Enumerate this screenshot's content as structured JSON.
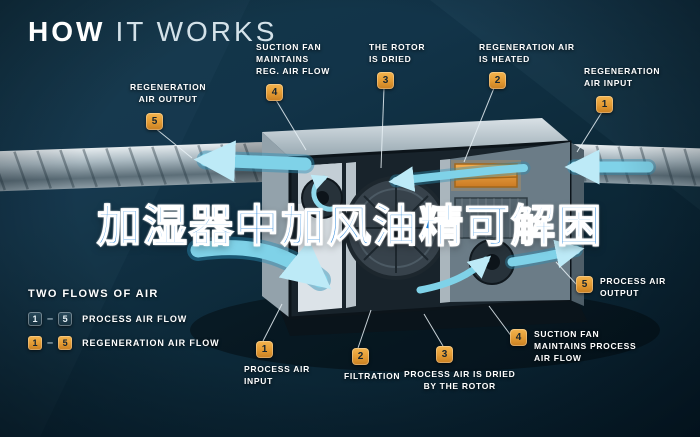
{
  "title": {
    "primary": "HOW",
    "secondary": "IT WORKS"
  },
  "watermark": {
    "text": "加湿器中加风油精可解困",
    "color": "#1f7fd6"
  },
  "callouts": [
    {
      "number": "5",
      "label": "REGENERATION\nAIR OUTPUT"
    },
    {
      "number": "4",
      "label": "SUCTION FAN\nMAINTAINS\nREG. AIR FLOW"
    },
    {
      "number": "3",
      "label": "THE ROTOR\nIS DRIED"
    },
    {
      "number": "2",
      "label": "REGENERATION AIR\nIS HEATED"
    },
    {
      "number": "1",
      "label": "REGENERATION\nAIR INPUT"
    },
    {
      "number": "5",
      "label": "PROCESS AIR\nOUTPUT"
    },
    {
      "number": "4",
      "label": "SUCTION FAN\nMAINTAINS PROCESS\nAIR FLOW"
    },
    {
      "number": "3",
      "label": "PROCESS AIR IS DRIED\nBY THE ROTOR"
    },
    {
      "number": "2",
      "label": "FILTRATION"
    },
    {
      "number": "1",
      "label": "PROCESS AIR\nINPUT"
    }
  ],
  "legend": {
    "title": "TWO FLOWS OF AIR",
    "rows": [
      {
        "from": "1",
        "to": "5",
        "separator": "–",
        "label": "PROCESS AIR FLOW"
      },
      {
        "from": "1",
        "to": "5",
        "separator": "–",
        "label": "REGENERATION AIR FLOW"
      }
    ]
  },
  "colors": {
    "background": "#0d2a3a",
    "badge": "#e29a33",
    "flow_arrow": "#7fd2e8",
    "heater": "#d98b2b",
    "watermark_blue": "#1f7fd6"
  }
}
